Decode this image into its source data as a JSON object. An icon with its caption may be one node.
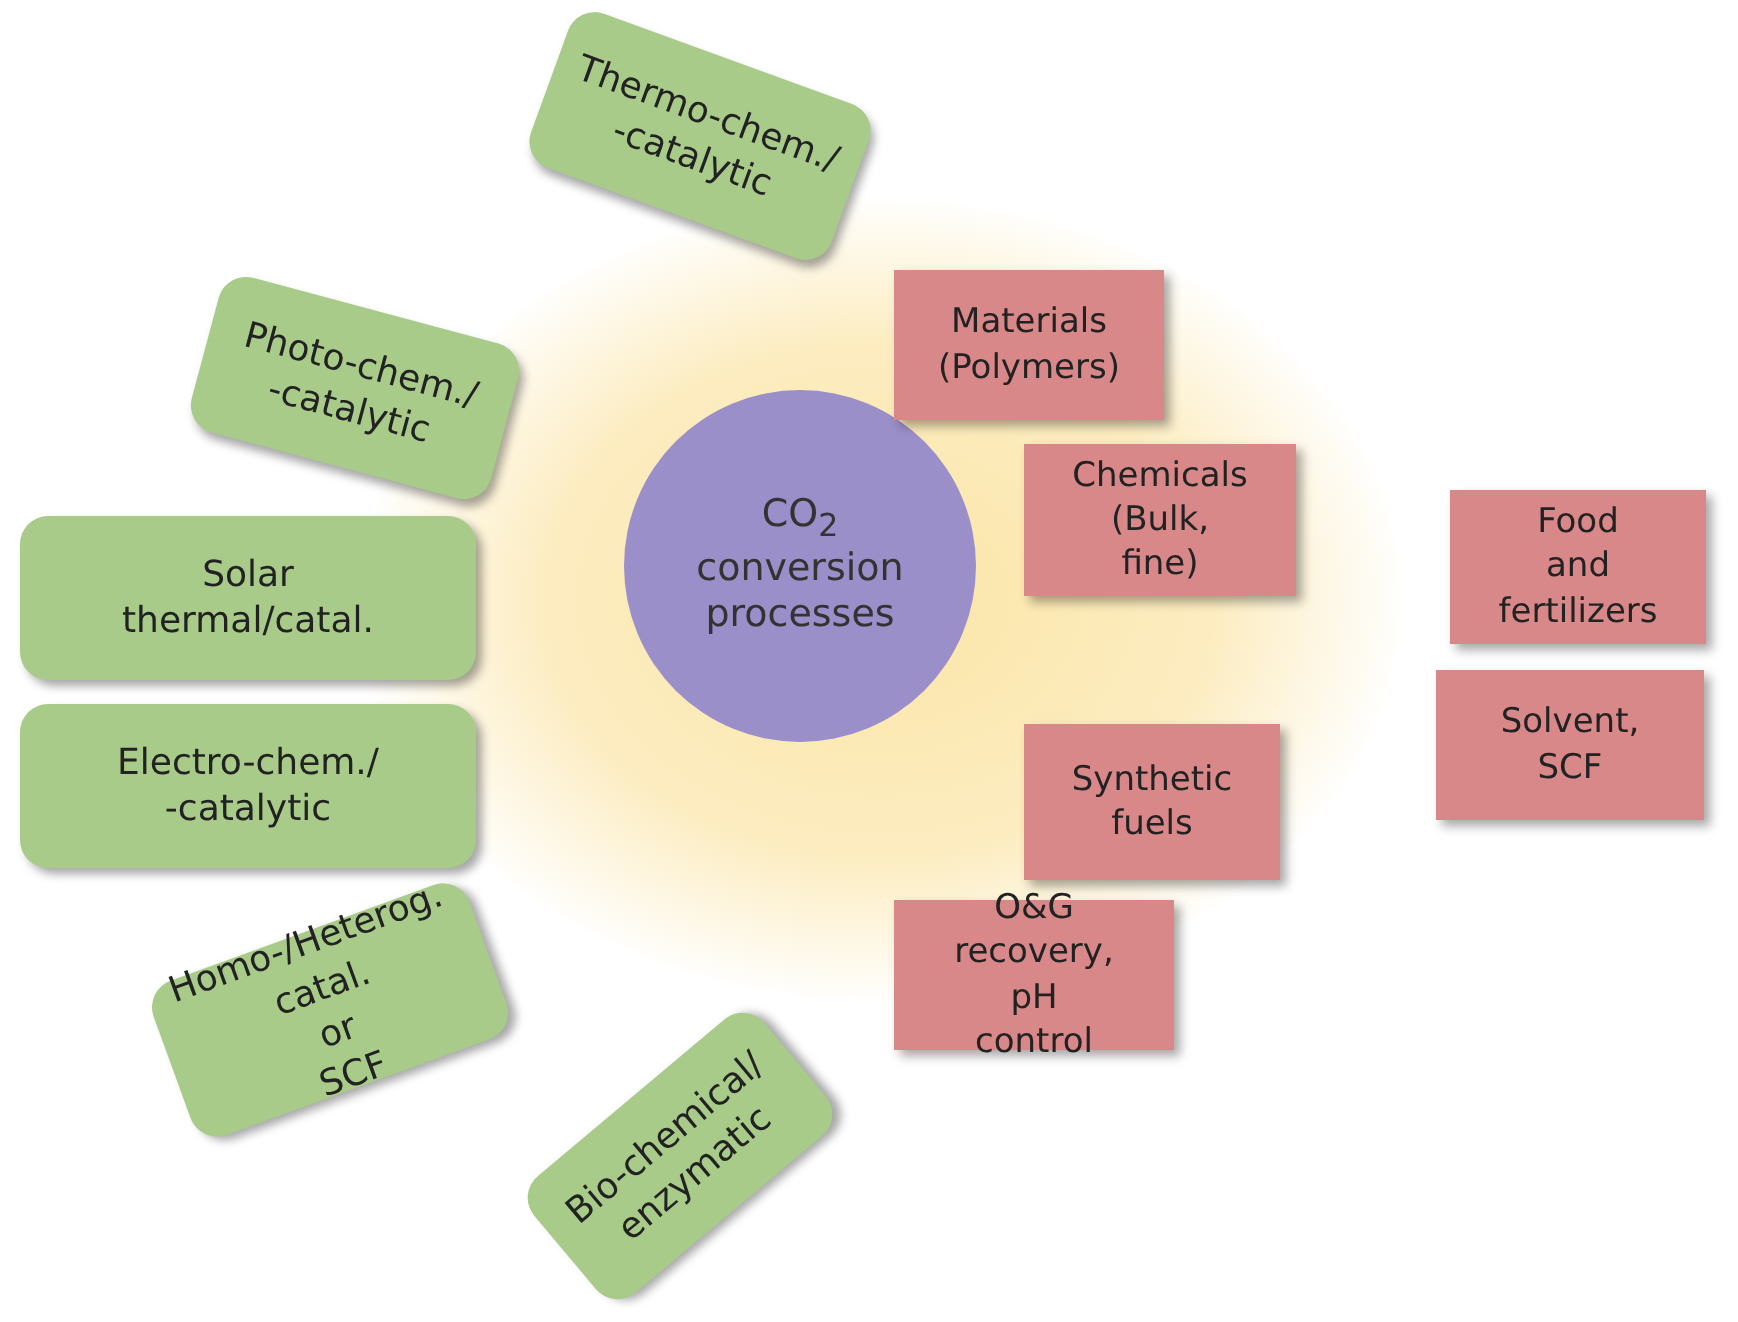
{
  "diagram": {
    "nodes": [
      {
        "text": [
          "CO$_{2}$ conversion processes"
        ]
      },
      {
        "text": [
          "Thermo-chem./ -catalytic"
        ]
      },
      {
        "text": [
          "Photo-chem./ -catalytic"
        ]
      },
      {
        "text": [
          "Solar thermal/catal."
        ]
      },
      {
        "text": [
          "Electro-chem./ -catalytic"
        ]
      },
      {
        "text": [
          "Homo-/Heterog. catal. or SCF"
        ]
      },
      {
        "text": [
          "Bio-chemical/ enzymatic"
        ]
      },
      {
        "text": [
          "Materials (Polymers)"
        ]
      },
      {
        "text": [
          "Chemicals (Bulk, fine)"
        ]
      },
      {
        "text": [
          "Food and fertilizers"
        ]
      },
      {
        "text": [
          "Solvent, SCF"
        ]
      },
      {
        "text": [
          "Synthetic fuels"
        ]
      },
      {
        "text": [
          "O&G recovery, pH control"
        ]
      }
    ],
    "edges": []
  }
}
